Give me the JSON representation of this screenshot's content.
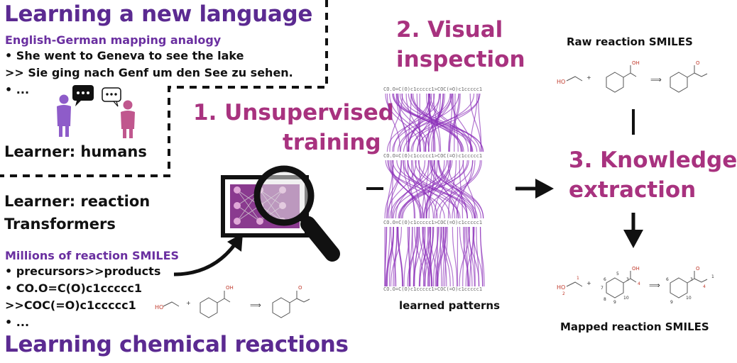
{
  "language_panel": {
    "title": "Learning a new language",
    "subtitle": "English-German mapping analogy",
    "line1": "• She went to Geneva to see the lake",
    "line2": ">> Sie ging nach Genf um den See zu sehen.",
    "line3": "• ...",
    "learner": "Learner: humans"
  },
  "chem_panel": {
    "learner_line1": "Learner: reaction",
    "learner_line2": "Transformers",
    "subtitle": "Millions of reaction SMILES",
    "line1": "• precursors>>products",
    "line2": "• CO.O=C(O)c1ccccc1",
    "line3": ">>COC(=O)c1ccccc1",
    "line4": "• ...",
    "title": "Learning chemical reactions"
  },
  "steps": {
    "step1_line1": "1. Unsupervised",
    "step1_line2": "training",
    "step2_line1": "2. Visual",
    "step2_line2": "inspection",
    "step3_line1": "3. Knowledge",
    "step3_line2": "extraction"
  },
  "attention": {
    "strip_label": "CO.O=C(O)c1ccccc1>COC(=O)c1ccccc1",
    "caption": "learned patterns"
  },
  "reactions": {
    "raw_caption": "Raw reaction SMILES",
    "mapped_caption": "Mapped reaction SMILES",
    "ho": "HO",
    "oh": "OH",
    "o": "O",
    "plus": "+",
    "map_labels": [
      "1",
      "2",
      "3",
      "4",
      "5",
      "6",
      "7",
      "8",
      "9",
      "10"
    ]
  },
  "colors": {
    "title_purple": "#5b2a91",
    "step_magenta": "#a8327f",
    "attention_purple": "#8a2db8",
    "human_left": "#8e5cc9",
    "human_right": "#c0578e"
  },
  "icons": [
    "speech-bubble-icon",
    "person-icon",
    "magnifier-icon",
    "curved-arrow-icon",
    "arrow-right-icon",
    "arrow-down-icon"
  ]
}
